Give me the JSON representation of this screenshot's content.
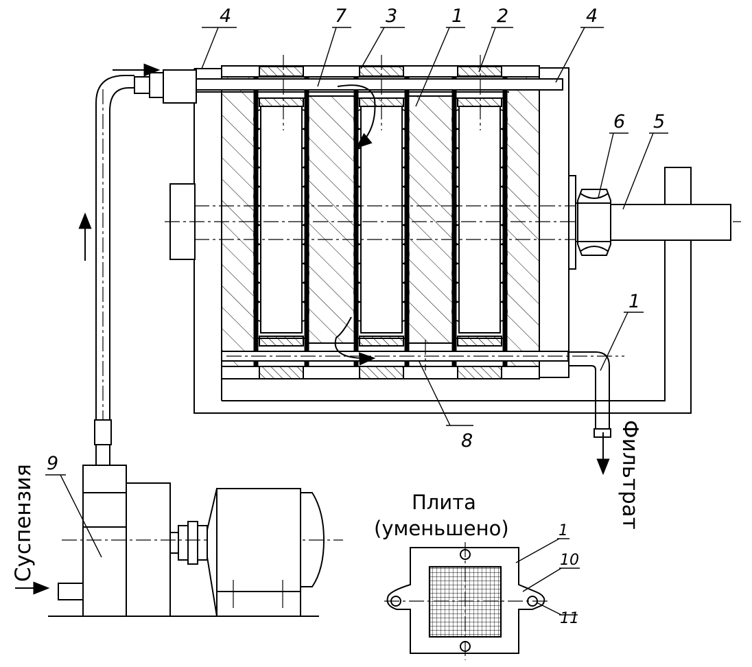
{
  "callouts": {
    "n1_top": "1",
    "n2": "2",
    "n3": "3",
    "n4_left": "4",
    "n4_right": "4",
    "n5": "5",
    "n6": "6",
    "n7": "7",
    "n8": "8",
    "n9": "9",
    "n1_filtrate": "1",
    "n1_plate": "1",
    "n10": "10",
    "n11": "11"
  },
  "labels": {
    "suspension": "Суспензия",
    "filtrate": "Фильтрат",
    "plate_title_line1": "Плита",
    "plate_title_line2": "(уменьшено)"
  },
  "colors": {
    "line": "#000000",
    "background": "#ffffff"
  }
}
